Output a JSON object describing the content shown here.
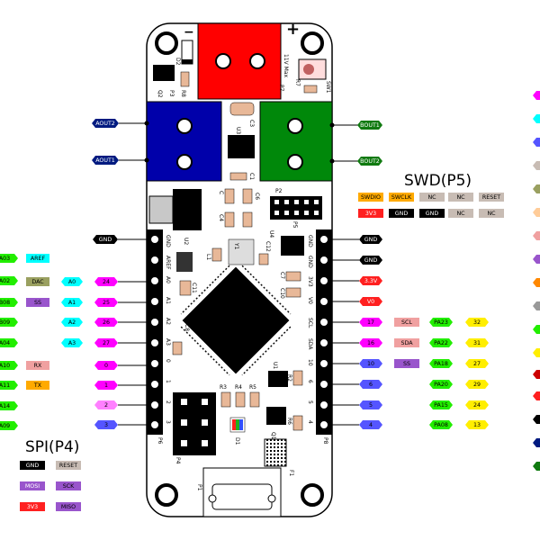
{
  "colors": {
    "board": "#ffffff",
    "red_terminal": "#ff0000",
    "blue_terminal": "#0000aa",
    "green_terminal": "#00880a",
    "black_label": "#000000",
    "navy_label": "#001a80",
    "green_label": "#107a10",
    "magenta_label": "#ff00ff",
    "violet_label": "#5555ff",
    "pink_label": "#f0a0a0",
    "purple_label": "#9955cc",
    "lime_label": "#22ee00",
    "yellow_label": "#ffee00",
    "orange_label": "#ffaa00",
    "grey_label": "#c8bcb4",
    "red_label": "#ff2020",
    "olive_label": "#9aa060",
    "cyan_label": "#00ffff",
    "component_tan": "#e8b898"
  },
  "board_text": {
    "power_plus": "+",
    "power_minus": "−",
    "power_voltage": "11V\nMax",
    "p7": "P7",
    "d2": "D2",
    "q2": "Q2",
    "p3": "P3",
    "r8": "R8",
    "r7": "R7",
    "sw1": "SW1",
    "c3": "C3",
    "u3": "U3",
    "c1": "C1",
    "c": "C",
    "c6": "C6",
    "c4": "C4",
    "u2": "U2",
    "p2": "P2",
    "p5": "P5",
    "u4": "U4",
    "c12": "C12",
    "l1": "L1",
    "c7": "C7",
    "c10": "C10",
    "c11": "C11",
    "y1": "Y1",
    "u5": "U5",
    "c8": "C8",
    "u1": "U1",
    "r2": "R2",
    "r6": "R6",
    "r3": "R3",
    "r4": "R4",
    "r5": "R5",
    "d1": "D1",
    "q1": "Q1",
    "p4": "P4",
    "p6": "P6",
    "p8": "P8",
    "p1": "P1",
    "f1": "F1"
  },
  "left_header_pins": [
    "GND",
    "AREF",
    "A0",
    "A1",
    "A2",
    "A3",
    "0",
    "1",
    "2",
    "3"
  ],
  "right_header_pins": [
    "GND",
    "GND",
    "3V3",
    "V0",
    "SCL",
    "SDA",
    "10",
    "6",
    "5",
    "4"
  ],
  "terminal_labels": {
    "aout2": "AOUT2",
    "aout1": "AOUT1",
    "bout1": "BOUT1",
    "bout2": "BOUT2"
  },
  "left_labels": {
    "gnd": "GND",
    "pa_col": [
      "A03",
      "A02",
      "B08",
      "B09",
      "A04",
      "A10",
      "A11",
      "A14",
      "A09"
    ],
    "alt_col": [
      "AREF",
      "DAC",
      "SS",
      "",
      "",
      "RX",
      "TX",
      "",
      ""
    ],
    "analog_col": [
      "A0",
      "A1",
      "A2",
      "A3"
    ],
    "pin_col": [
      "24",
      "25",
      "26",
      "27",
      "0",
      "1",
      "2",
      "3"
    ]
  },
  "right_labels": {
    "gnd1": "GND",
    "gnd2": "GND",
    "v33": "3.3V",
    "v0": "V0",
    "pin_col": [
      "17",
      "16",
      "10",
      "6",
      "5",
      "4"
    ],
    "func_col": [
      "SCL",
      "SDA",
      "SS"
    ],
    "pa_col": [
      "PA23",
      "PA22",
      "PA18",
      "PA20",
      "PA15",
      "PA08"
    ],
    "num_col": [
      "32",
      "31",
      "27",
      "29",
      "24",
      "13"
    ]
  },
  "swd": {
    "title": "SWD(P5)",
    "row1": [
      "SWDIO",
      "SWCLK",
      "NC",
      "NC",
      "RESET"
    ],
    "row2": [
      "3V3",
      "GND",
      "GND",
      "NC",
      "NC"
    ]
  },
  "spi": {
    "title": "SPI(P4)",
    "row1": [
      "GND",
      "RESET"
    ],
    "row2": [
      "MOSI",
      "SCK"
    ],
    "row3": [
      "3V3",
      "MISO"
    ]
  }
}
